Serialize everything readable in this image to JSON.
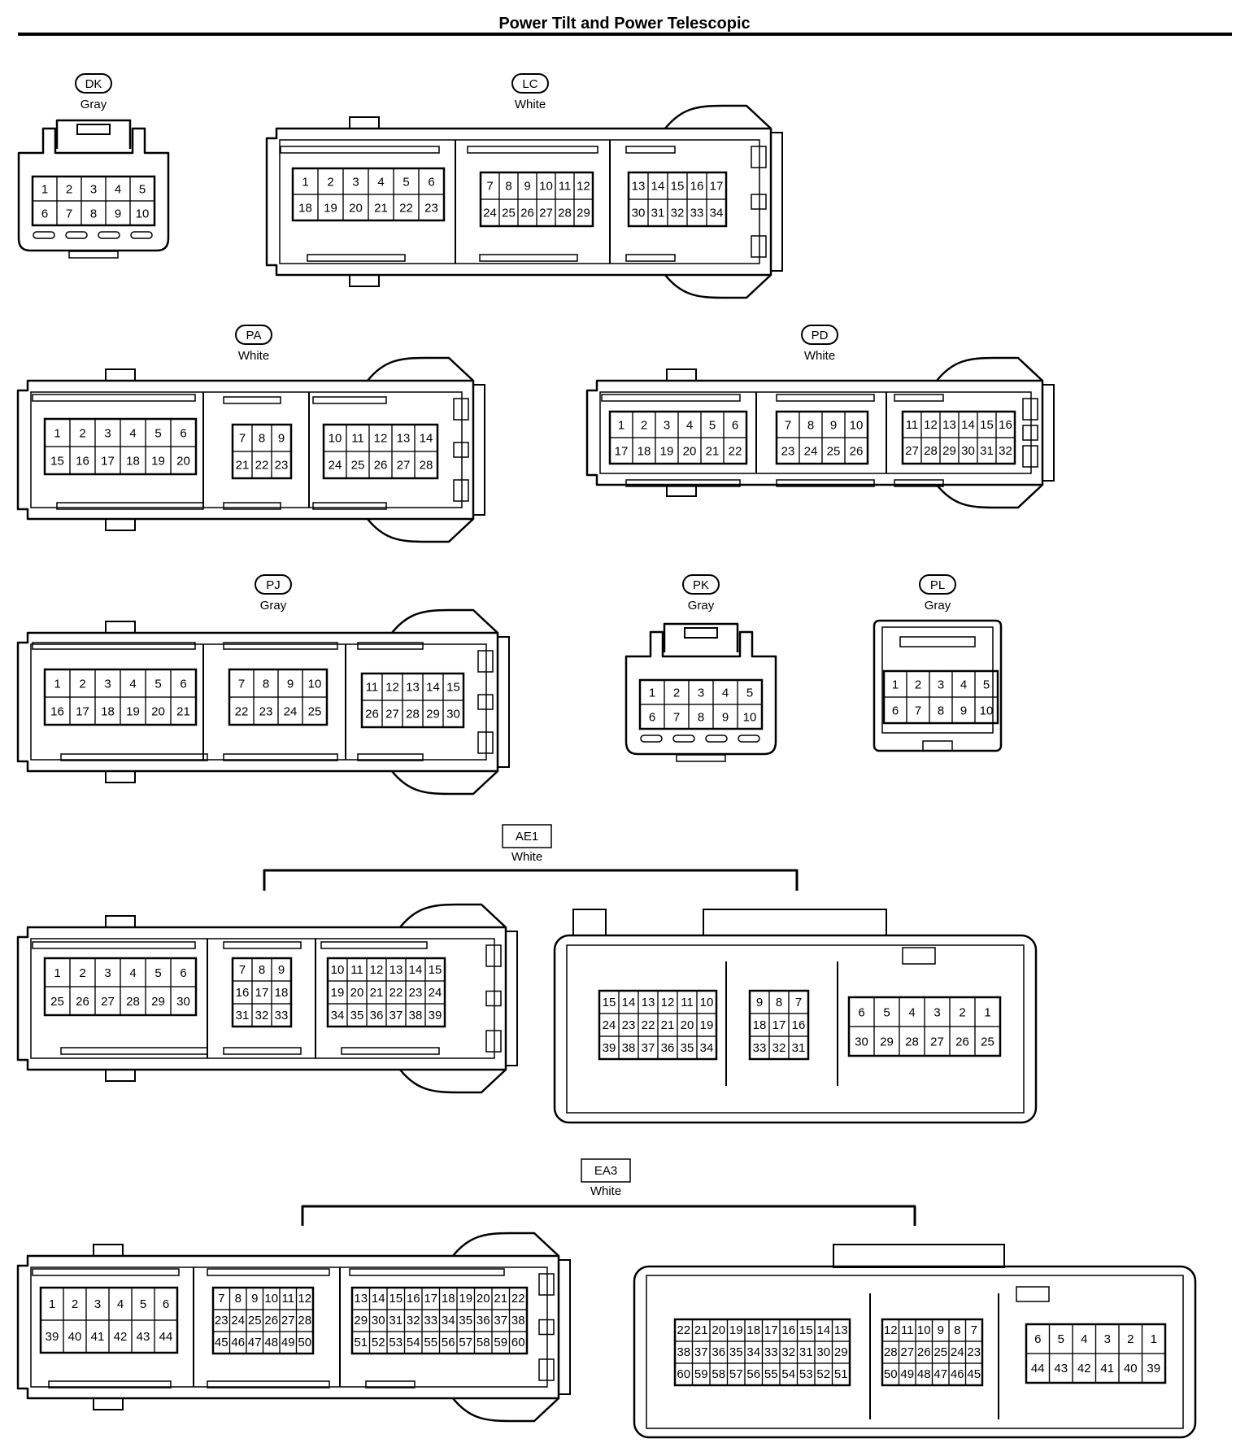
{
  "title": "Power Tilt and Power Telescopic",
  "connectors": [
    {
      "id": "DK",
      "color": "Gray",
      "block": [
        [
          1,
          2,
          3,
          4,
          5
        ],
        [
          6,
          7,
          8,
          9,
          10
        ]
      ]
    },
    {
      "id": "LC",
      "color": "White",
      "blocks": [
        [
          [
            1,
            2,
            3,
            4,
            5,
            6
          ],
          [
            18,
            19,
            20,
            21,
            22,
            23
          ]
        ],
        [
          [
            7,
            8,
            9,
            10,
            11,
            12
          ],
          [
            24,
            25,
            26,
            27,
            28,
            29
          ]
        ],
        [
          [
            13,
            14,
            15,
            16,
            17
          ],
          [
            30,
            31,
            32,
            33,
            34
          ]
        ]
      ]
    },
    {
      "id": "PA",
      "color": "White",
      "blocks": [
        [
          [
            1,
            2,
            3,
            4,
            5,
            6
          ],
          [
            15,
            16,
            17,
            18,
            19,
            20
          ]
        ],
        [
          [
            7,
            8,
            9
          ],
          [
            21,
            22,
            23
          ]
        ],
        [
          [
            10,
            11,
            12,
            13,
            14
          ],
          [
            24,
            25,
            26,
            27,
            28
          ]
        ]
      ]
    },
    {
      "id": "PD",
      "color": "White",
      "blocks": [
        [
          [
            1,
            2,
            3,
            4,
            5,
            6
          ],
          [
            17,
            18,
            19,
            20,
            21,
            22
          ]
        ],
        [
          [
            7,
            8,
            9,
            10
          ],
          [
            23,
            24,
            25,
            26
          ]
        ],
        [
          [
            11,
            12,
            13,
            14,
            15,
            16
          ],
          [
            27,
            28,
            29,
            30,
            31,
            32
          ]
        ]
      ]
    },
    {
      "id": "PJ",
      "color": "Gray",
      "blocks": [
        [
          [
            1,
            2,
            3,
            4,
            5,
            6
          ],
          [
            16,
            17,
            18,
            19,
            20,
            21
          ]
        ],
        [
          [
            7,
            8,
            9,
            10
          ],
          [
            22,
            23,
            24,
            25
          ]
        ],
        [
          [
            11,
            12,
            13,
            14,
            15
          ],
          [
            26,
            27,
            28,
            29,
            30
          ]
        ]
      ]
    },
    {
      "id": "PK",
      "color": "Gray",
      "block": [
        [
          1,
          2,
          3,
          4,
          5
        ],
        [
          6,
          7,
          8,
          9,
          10
        ]
      ]
    },
    {
      "id": "PL",
      "color": "Gray",
      "block": [
        [
          1,
          2,
          3,
          4,
          5
        ],
        [
          6,
          7,
          8,
          9,
          10
        ]
      ]
    },
    {
      "id": "AE1",
      "color": "White",
      "male": [
        [
          [
            1,
            2,
            3,
            4,
            5,
            6
          ],
          [
            25,
            26,
            27,
            28,
            29,
            30
          ]
        ],
        [
          [
            7,
            8,
            9
          ],
          [
            16,
            17,
            18
          ],
          [
            31,
            32,
            33
          ]
        ],
        [
          [
            10,
            11,
            12,
            13,
            14,
            15
          ],
          [
            19,
            20,
            21,
            22,
            23,
            24
          ],
          [
            34,
            35,
            36,
            37,
            38,
            39
          ]
        ]
      ],
      "female": [
        [
          [
            15,
            14,
            13,
            12,
            11,
            10
          ],
          [
            24,
            23,
            22,
            21,
            20,
            19
          ],
          [
            39,
            38,
            37,
            36,
            35,
            34
          ]
        ],
        [
          [
            9,
            8,
            7
          ],
          [
            18,
            17,
            16
          ],
          [
            33,
            32,
            31
          ]
        ],
        [
          [
            6,
            5,
            4,
            3,
            2,
            1
          ],
          [
            30,
            29,
            28,
            27,
            26,
            25
          ]
        ]
      ]
    },
    {
      "id": "EA3",
      "color": "White",
      "male": [
        [
          [
            1,
            2,
            3,
            4,
            5,
            6
          ],
          [
            39,
            40,
            41,
            42,
            43,
            44
          ]
        ],
        [
          [
            7,
            8,
            9,
            10,
            11,
            12
          ],
          [
            23,
            24,
            25,
            26,
            27,
            28
          ],
          [
            45,
            46,
            47,
            48,
            49,
            50
          ]
        ],
        [
          [
            13,
            14,
            15,
            16,
            17,
            18,
            19,
            20,
            21,
            22
          ],
          [
            29,
            30,
            31,
            32,
            33,
            34,
            35,
            36,
            37,
            38
          ],
          [
            51,
            52,
            53,
            54,
            55,
            56,
            57,
            58,
            59,
            60
          ]
        ]
      ],
      "female": [
        [
          [
            22,
            21,
            20,
            19,
            18,
            17,
            16,
            15,
            14,
            13
          ],
          [
            38,
            37,
            36,
            35,
            34,
            33,
            32,
            31,
            30,
            29
          ],
          [
            60,
            59,
            58,
            57,
            56,
            55,
            54,
            53,
            52,
            51
          ]
        ],
        [
          [
            12,
            11,
            10,
            9,
            8,
            7
          ],
          [
            28,
            27,
            26,
            25,
            24,
            23
          ],
          [
            50,
            49,
            48,
            47,
            46,
            45
          ]
        ],
        [
          [
            6,
            5,
            4,
            3,
            2,
            1
          ],
          [
            44,
            43,
            42,
            41,
            40,
            39
          ]
        ]
      ]
    }
  ]
}
